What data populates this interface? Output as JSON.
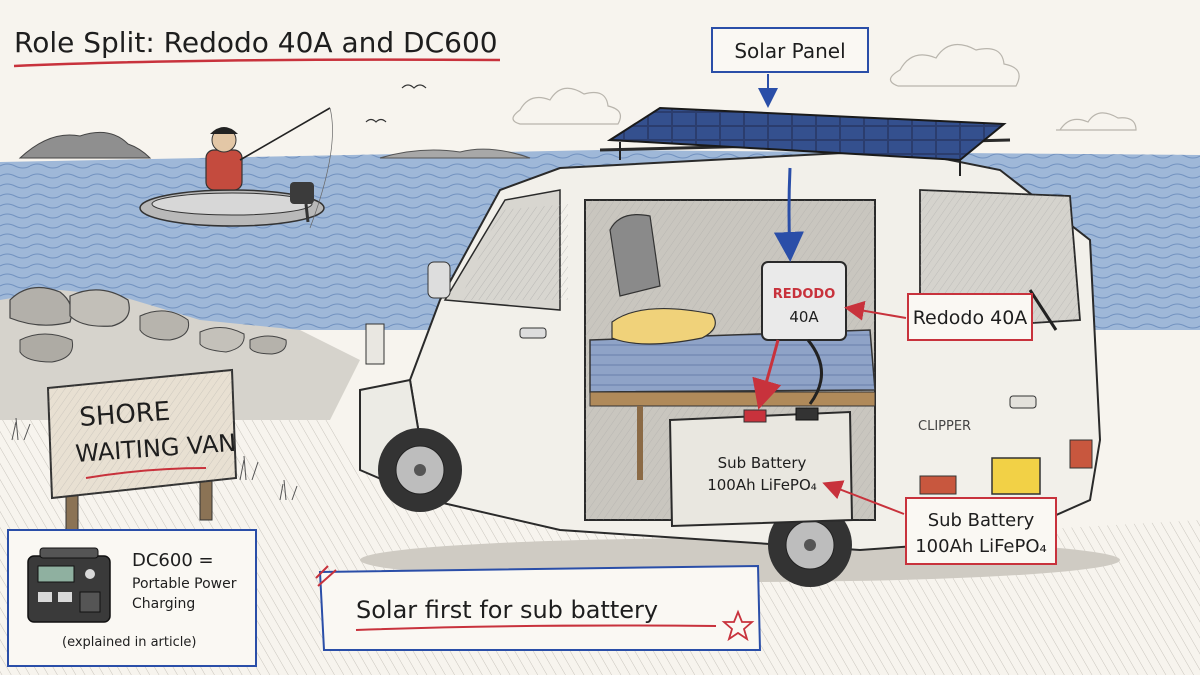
{
  "title": "Role Split: Redodo 40A and DC600",
  "labels": {
    "solar_panel": "Solar Panel",
    "redodo_callout": "Redodo 40A",
    "redodo_box_brand": "REDODO",
    "redodo_box_amp": "40A",
    "sub_battery_line1": "Sub Battery",
    "sub_battery_line2": "100Ah LiFePO₄",
    "battery_body_line1": "Sub Battery",
    "battery_body_line2": "100Ah LiFePO₄",
    "van_badge": "CLIPPER"
  },
  "sign": {
    "line1": "SHORE",
    "line2": "WAITING VAN"
  },
  "dc600": {
    "line1": "DC600 =",
    "line2": "Portable Power",
    "line3": "Charging",
    "note": "(explained in article)"
  },
  "banner": "Solar first for sub battery",
  "colors": {
    "ink": "#1e1e1e",
    "red": "#c8323c",
    "blue": "#2a4ea8",
    "sea": "#7f9fc7",
    "panel": "#22335f"
  }
}
